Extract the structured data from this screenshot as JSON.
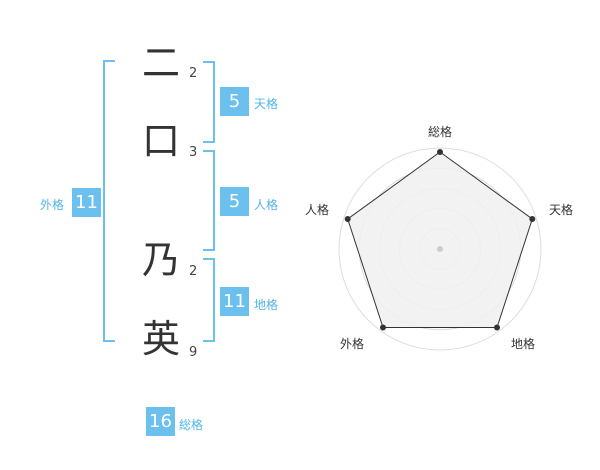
{
  "name": [
    {
      "char": "二",
      "strokes": "2"
    },
    {
      "char": "口",
      "strokes": "3"
    },
    {
      "char": "乃",
      "strokes": "2"
    },
    {
      "char": "英",
      "strokes": "9"
    }
  ],
  "kaku": {
    "tenkaku": {
      "value": "5",
      "label": "天格"
    },
    "jinkaku": {
      "value": "5",
      "label": "人格"
    },
    "chikaku": {
      "value": "11",
      "label": "地格"
    },
    "gaikaku": {
      "value": "11",
      "label": "外格"
    },
    "soukaku": {
      "value": "16",
      "label": "総格"
    }
  },
  "radar": {
    "axes": [
      "総格",
      "天格",
      "地格",
      "外格",
      "人格"
    ],
    "values": [
      1,
      1,
      1,
      1,
      1
    ],
    "rings": 5
  },
  "colors": {
    "accent": "#6cc0ee",
    "label_accent": "#52b4e8",
    "radar_fill": "#f0f0f0",
    "radar_line": "#333333",
    "grid": "#dddddd"
  }
}
